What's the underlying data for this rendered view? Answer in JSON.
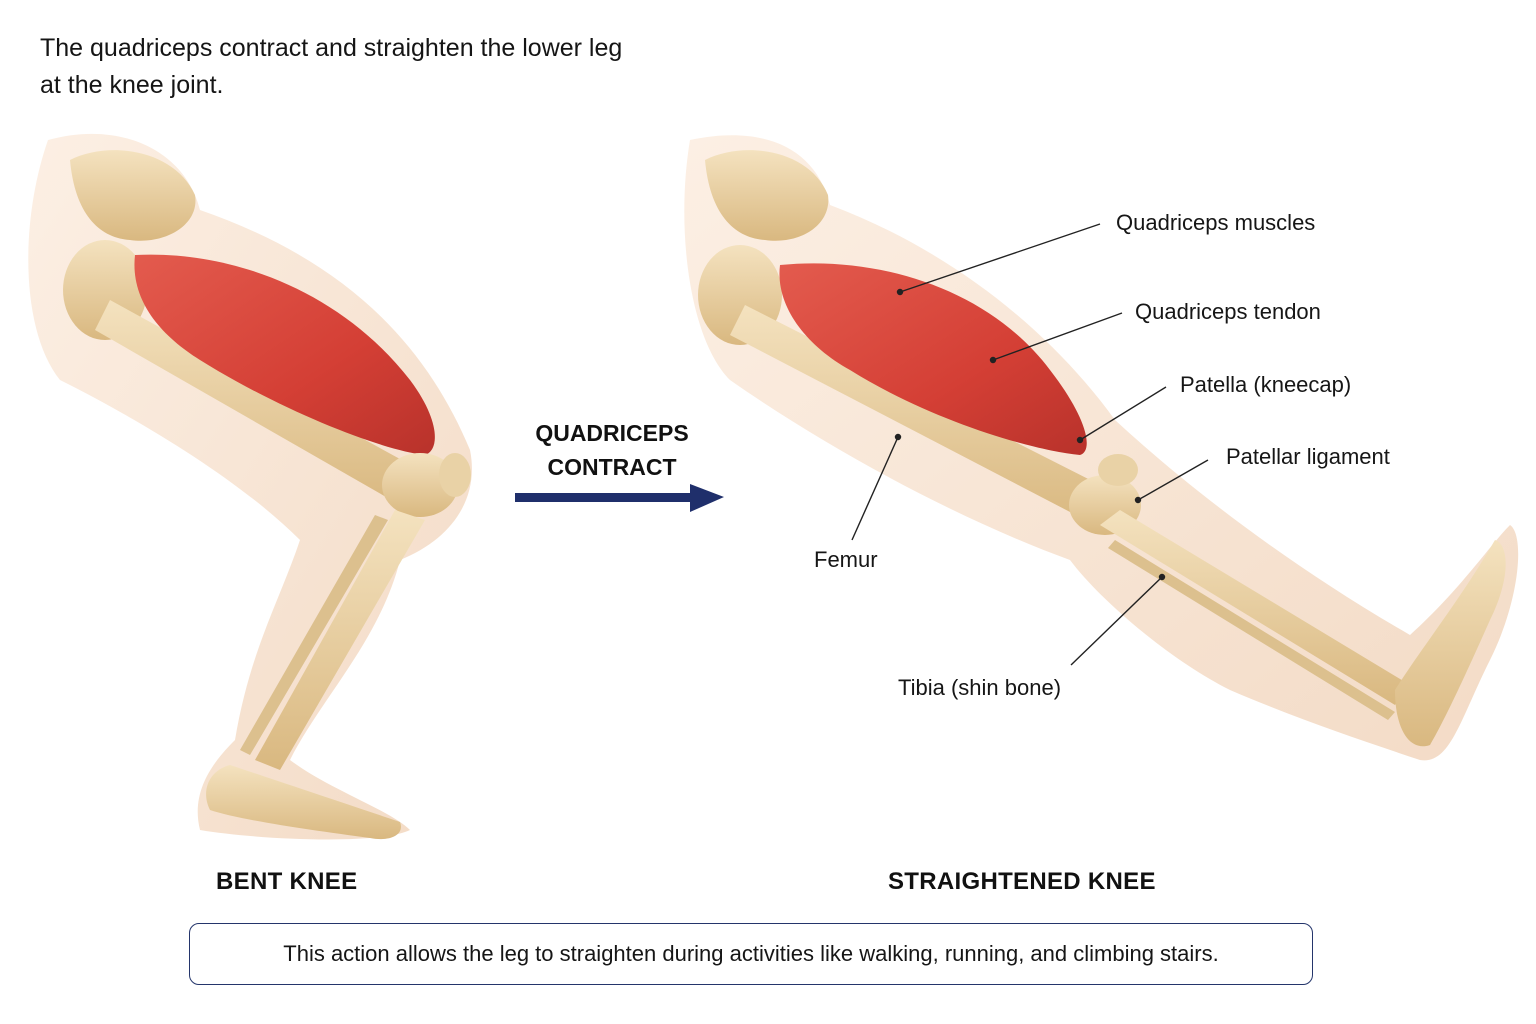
{
  "intro": {
    "line1": "The quadriceps contract and straighten the lower leg",
    "line2": "at the knee joint."
  },
  "action": {
    "line1": "QUADRICEPS",
    "line2": "CONTRACT"
  },
  "captions": {
    "bent": "BENT KNEE",
    "straight": "STRAIGHTENED KNEE"
  },
  "labels": {
    "quad_muscles": "Quadriceps muscles",
    "quad_tendon": "Quadriceps tendon",
    "patella": "Patella (kneecap)",
    "patellar_ligament": "Patellar ligament",
    "femur": "Femur",
    "tibia": "Tibia (shin bone)"
  },
  "note": "This action allows the leg to straighten during activities like walking, running, and climbing stairs.",
  "colors": {
    "skin": "#f3d7bf",
    "muscle": "#d9463b",
    "bone": "#e6cb9a",
    "arrow": "#1f2f6b"
  }
}
